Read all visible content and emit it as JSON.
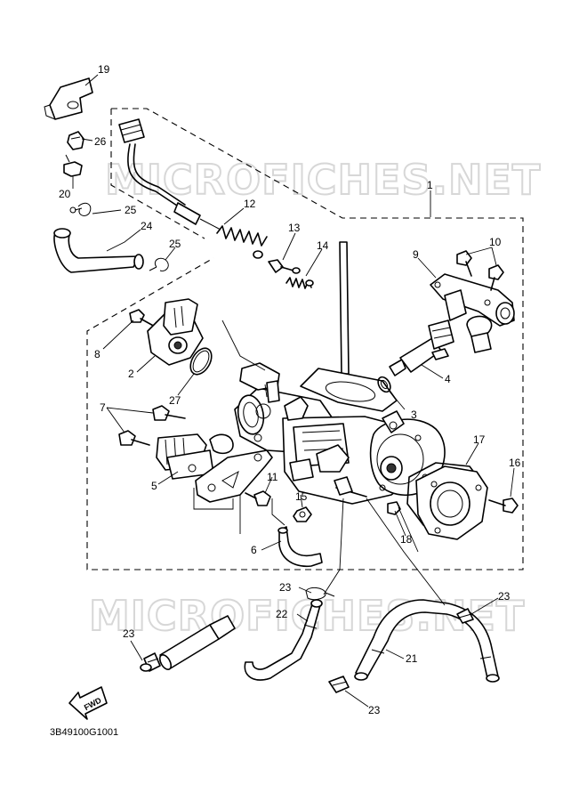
{
  "watermark": "MICROFICHES.NET",
  "fwd_label": "FWD",
  "diagram_code": "3B49100G1001",
  "callouts": {
    "c1": "1",
    "c2": "2",
    "c3": "3",
    "c4": "4",
    "c5": "5",
    "c6": "6",
    "c7": "7",
    "c8": "8",
    "c9": "9",
    "c10": "10",
    "c11": "11",
    "c12": "12",
    "c13": "13",
    "c14": "14",
    "c15": "15",
    "c16": "16",
    "c17": "17",
    "c18": "18",
    "c19": "19",
    "c20": "20",
    "c21": "21",
    "c22": "22",
    "c23": "23",
    "c24": "24",
    "c25": "25",
    "c26": "26",
    "c27": "27"
  }
}
